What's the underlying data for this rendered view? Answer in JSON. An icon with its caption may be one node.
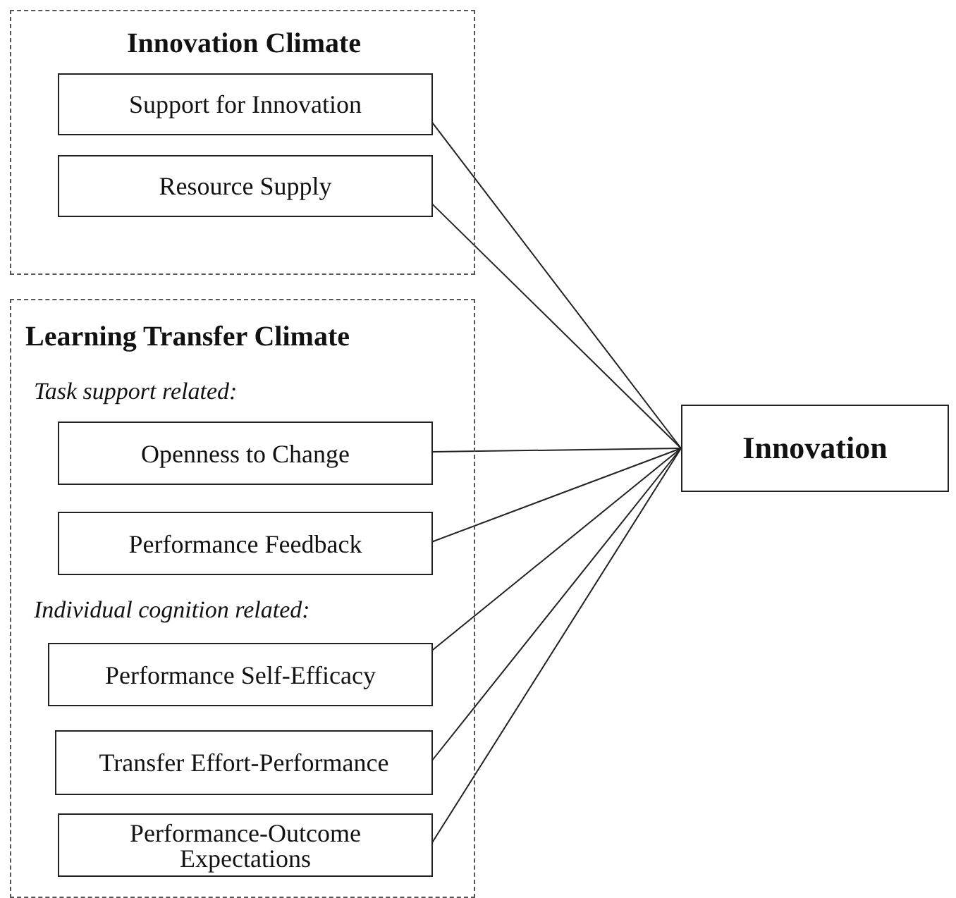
{
  "diagram": {
    "nodes": [
      {
        "text": [
          "Innovation Climate"
        ]
      },
      {
        "text": [
          "Support for Innovation"
        ],
        "in": 0
      },
      {
        "text": [
          "Resource Supply"
        ],
        "in": 0
      },
      {
        "text": [
          "Learning Transfer Climate",
          "Task support related:",
          "Individual cognition related:"
        ]
      },
      {
        "text": [
          "Openness to Change"
        ],
        "in": 3
      },
      {
        "text": [
          "Performance Feedback"
        ],
        "in": 3
      },
      {
        "text": [
          "Performance Self-Efficacy"
        ],
        "in": 3
      },
      {
        "text": [
          "Transfer Effort-Performance"
        ],
        "in": 3
      },
      {
        "text": [
          "Performance-Outcome Expectations"
        ],
        "in": 3
      },
      {
        "text": [
          "Innovation"
        ]
      }
    ],
    "edges": [
      {
        "from": 1,
        "to": 9,
        "arrow": "none"
      },
      {
        "from": 2,
        "to": 9,
        "arrow": "none"
      },
      {
        "from": 4,
        "to": 9,
        "arrow": "none"
      },
      {
        "from": 5,
        "to": 9,
        "arrow": "none"
      },
      {
        "from": 6,
        "to": 9,
        "arrow": "none"
      },
      {
        "from": 7,
        "to": 9,
        "arrow": "none"
      },
      {
        "from": 8,
        "to": 9,
        "arrow": "none"
      }
    ]
  }
}
